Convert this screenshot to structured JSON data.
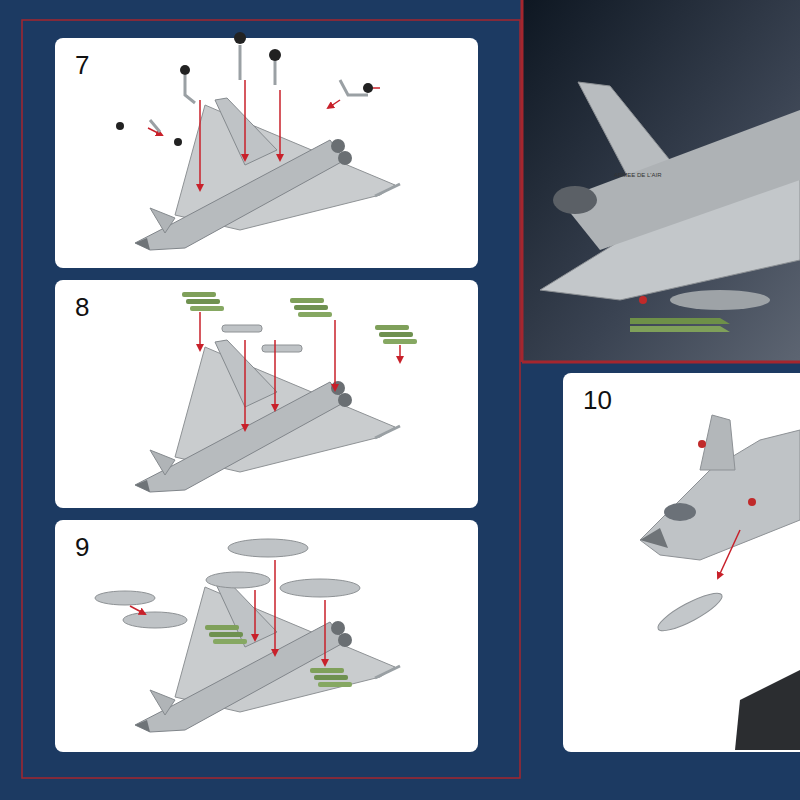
{
  "diagram": {
    "nodes": [
      {
        "text": [
          "7"
        ]
      },
      {
        "text": [
          "8"
        ]
      },
      {
        "text": [
          "9"
        ]
      },
      {
        "text": [
          "10"
        ]
      }
    ],
    "labels": [
      "ARMEE DE L'AIR"
    ]
  }
}
